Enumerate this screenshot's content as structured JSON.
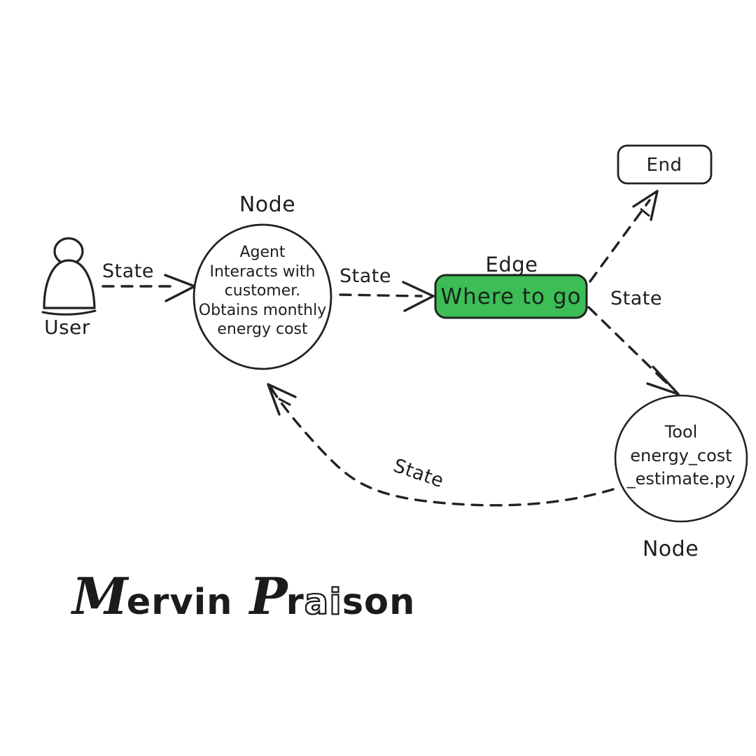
{
  "colors": {
    "background": "#ffffff",
    "ink": "#222222",
    "green": "#3dbd55",
    "green_text": "#14241a"
  },
  "nodes": {
    "user": {
      "label": "User"
    },
    "agent": {
      "caption": "Node",
      "lines": [
        "Agent",
        "Interacts with",
        "customer.",
        "Obtains monthly",
        "energy cost"
      ]
    },
    "edge": {
      "caption": "Edge",
      "label": "Where to go"
    },
    "end": {
      "label": "End"
    },
    "tool": {
      "caption": "Node",
      "lines": [
        "Tool",
        "energy_cost",
        "_estimate.py"
      ]
    }
  },
  "edges": {
    "user_to_agent": {
      "label": "State"
    },
    "agent_to_edge": {
      "label": "State"
    },
    "edge_to_end_and_tool": {
      "label": "State"
    },
    "tool_to_agent": {
      "label": "State"
    }
  },
  "logo": {
    "word1_initial": "M",
    "word1_rest": "ervin",
    "word2_initial": "P",
    "word2_start": "r",
    "word2_outline": "ai",
    "word2_end": "son"
  }
}
